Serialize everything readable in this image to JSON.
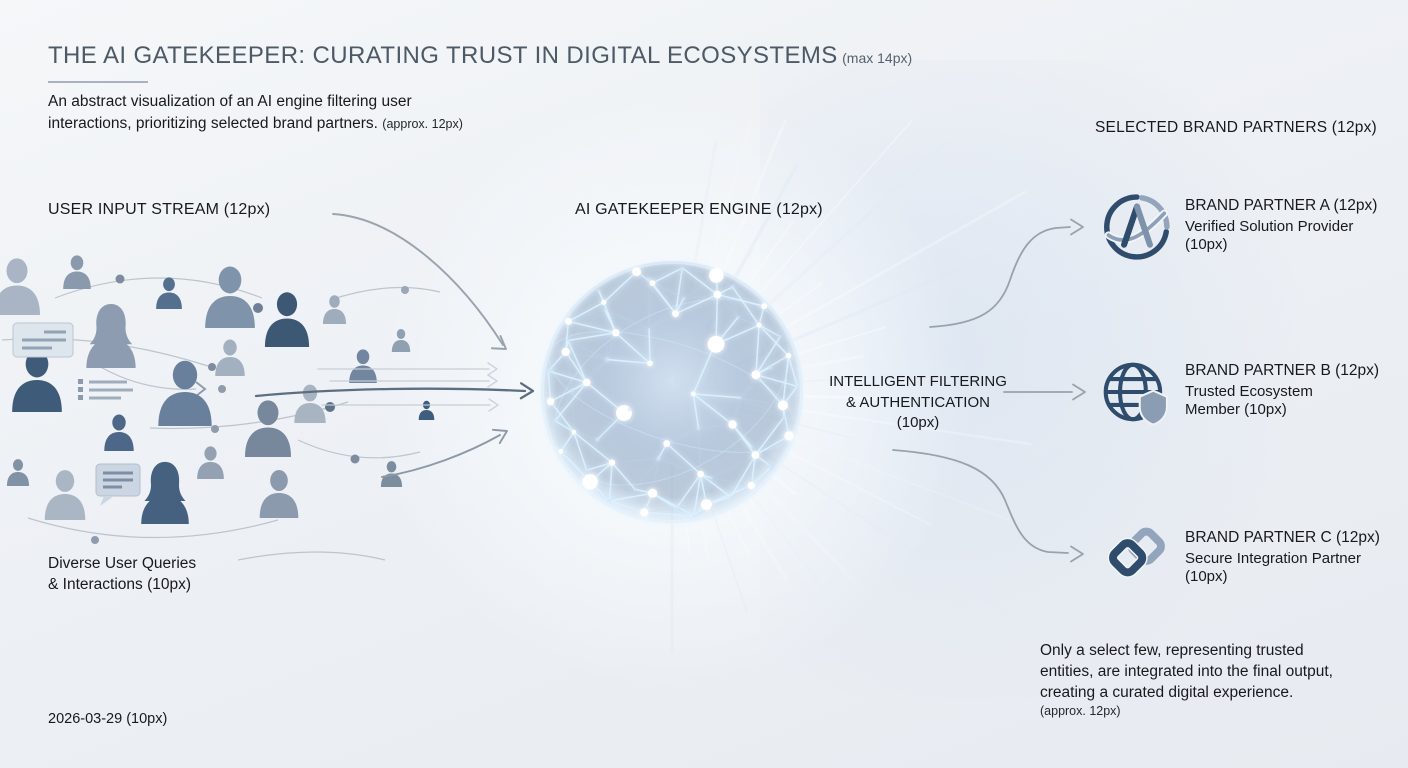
{
  "header": {
    "title": "THE AI GATEKEEPER: CURATING TRUST IN DIGITAL ECOSYSTEMS",
    "title_suffix": "(max 14px)",
    "description": "An abstract visualization of an AI engine filtering user\ninteractions, prioritizing selected brand partners.",
    "description_suffix": "(approx. 12px)"
  },
  "input_stream": {
    "label": "USER INPUT STREAM (12px)",
    "caption": "Diverse User Queries\n& Interactions (10px)"
  },
  "engine": {
    "label": "AI GATEKEEPER ENGINE (12px)",
    "filtering_label": "INTELLIGENT FILTERING\n& AUTHENTICATION\n(10px)"
  },
  "partners": {
    "heading": "SELECTED BRAND PARTNERS (12px)",
    "items": [
      {
        "name": "BRAND PARTNER A (12px)",
        "tagline": "Verified Solution Provider\n(10px)",
        "icon": "a-monogram-circle-icon"
      },
      {
        "name": "BRAND PARTNER B (12px)",
        "tagline": "Trusted Ecosystem\nMember (10px)",
        "icon": "globe-shield-icon"
      },
      {
        "name": "BRAND PARTNER C (12px)",
        "tagline": "Secure Integration Partner\n(10px)",
        "icon": "interlocked-links-icon"
      }
    ]
  },
  "footer": {
    "note": "Only a select few, representing trusted\nentities, are integrated into the final output,\ncreating a curated digital experience.",
    "note_suffix": "(approx. 12px)",
    "date": "2026-03-29 (10px)"
  },
  "colors": {
    "title_slate": "#4d5a66",
    "text_dark": "#17191d",
    "arrow_gray": "#99a3ad",
    "arrow_dark": "#5c6e80",
    "sphere_glow": "#7ecbf5",
    "silhouette_dark": "#3c5875",
    "silhouette_mid": "#7f93ab",
    "silhouette_light": "#aab6c6",
    "partner_navy": "#2f4c6c",
    "partner_steel": "#93a5bd"
  }
}
